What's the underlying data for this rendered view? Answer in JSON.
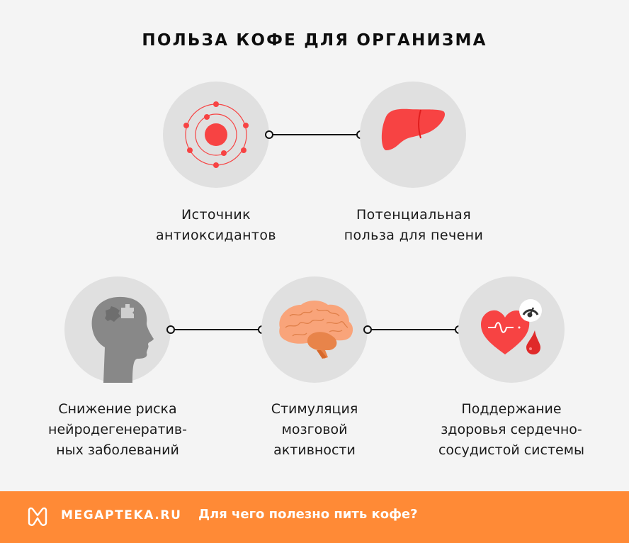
{
  "title": "ПОЛЬЗА КОФЕ ДЛЯ ОРГАНИЗМА",
  "benefits": [
    {
      "id": "antioxidants",
      "icon": "atom-icon",
      "label": "Источник\nантиоксидантов"
    },
    {
      "id": "liver",
      "icon": "liver-icon",
      "label": "Потенциальная\nпольза для печени"
    },
    {
      "id": "neuro",
      "icon": "head-puzzle-icon",
      "label": "Снижение риска\nнейродегенератив-\nных заболеваний"
    },
    {
      "id": "brain",
      "icon": "brain-icon",
      "label": "Стимуляция\nмозговой\nактивности"
    },
    {
      "id": "heart",
      "icon": "heart-pressure-icon",
      "label": "Поддержание\nздоровья сердечно-\nсосудистой системы"
    }
  ],
  "footer": {
    "brand": "MEGAPTEKA.RU",
    "tagline": "Для чего полезно пить кофе?"
  },
  "colors": {
    "background": "#f4f4f4",
    "circle": "#e0e0e0",
    "accent_red": "#f74343",
    "footer_orange": "#ff8a36",
    "brain": "#f9a47a"
  }
}
